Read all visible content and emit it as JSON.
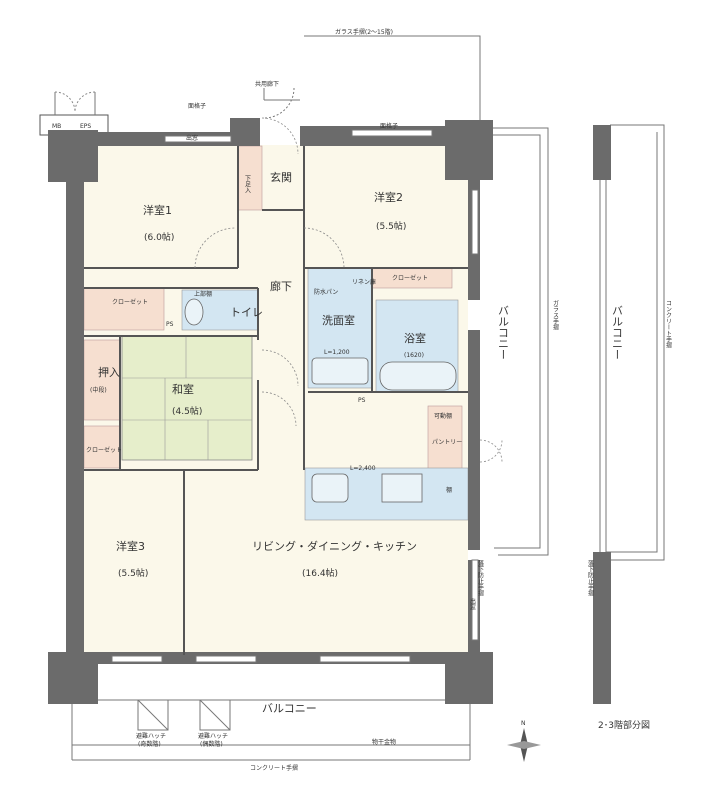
{
  "title": "",
  "labels": {
    "glass_railing": "ガラス手摺(2～15階)",
    "shared_corridor": "共用廊下",
    "lattice_left": "面格子",
    "lattice_right": "面格子",
    "mb": "MB",
    "eps": "EPS",
    "window_top": "出窓",
    "shoe_storage": "下足入",
    "entrance": "玄関",
    "room1": "洋室1",
    "room1_size": "(6.0帖)",
    "room2": "洋室2",
    "room2_size": "(5.5帖)",
    "hallway": "廊下",
    "closet1": "クローゼット",
    "upper_shelf": "上部棚",
    "toilet": "トイレ",
    "ps1": "PS",
    "waterproof_pan": "防水パン",
    "linen": "リネン庫",
    "closet2": "クローゼット",
    "washroom": "洗面室",
    "bath": "浴室",
    "bath_size": "(1620)",
    "vanity_length": "L=1,200",
    "ps2": "PS",
    "oshiire": "押入",
    "chudan": "(中段)",
    "washitsu": "和室",
    "washitsu_size": "(4.5帖)",
    "closet3": "クローゼット",
    "movable_shelf": "可動棚",
    "pantry": "パントリー",
    "shelf": "棚",
    "kitchen_length": "L=2,400",
    "room3": "洋室3",
    "room3_size": "(5.5帖)",
    "ldk": "リビング・ダイニング・キッチン",
    "ldk_size": "(16.4帖)",
    "balcony_right": "バルコニー",
    "glass_railing_v": "ガラス手摺",
    "balcony_far": "バルコニー",
    "concrete_railing_v": "コンクリート手摺",
    "fall_prevention1": "落下防止手摺",
    "window_right": "出窓",
    "fall_prevention2": "落下防止手摺",
    "balcony_bottom": "バルコニー",
    "hatch_odd": "避難ハッチ",
    "hatch_odd_note": "(奇数階)",
    "hatch_even": "避難ハッチ",
    "hatch_even_note": "(偶数階)",
    "drying_hardware": "物干金物",
    "concrete_railing_bottom": "コンクリート手摺",
    "compass_n": "N",
    "floor_note": "2･3階部分図"
  },
  "colors": {
    "wall": "#6b6b6b",
    "room_bg": "#fbf8ea",
    "closet": "#f6dfd0",
    "blue": "#d3e6f2",
    "tatami": "#e6eecb",
    "line": "#555555"
  }
}
